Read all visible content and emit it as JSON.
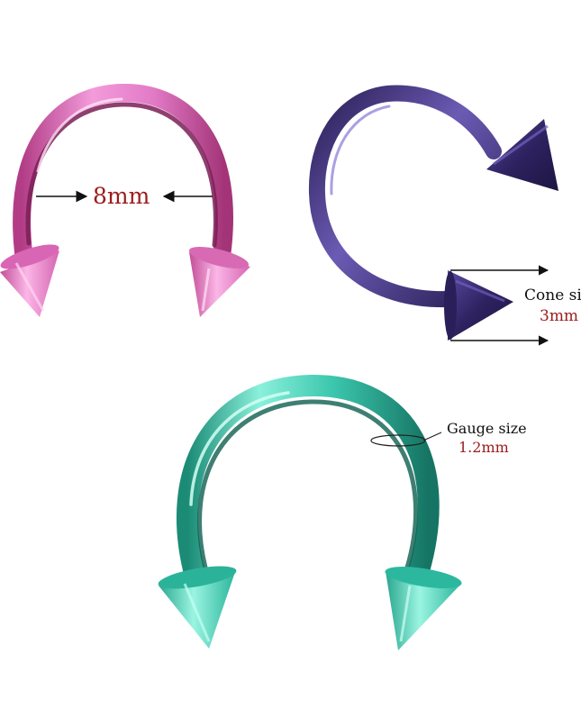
{
  "labels": {
    "ring_inner_diameter": "8mm",
    "cone_size_title": "Cone si",
    "cone_size_value": "3mm",
    "gauge_title": "Gauge size",
    "gauge_value": "1.2mm"
  },
  "colors": {
    "pink": "#e06fc0",
    "purple": "#3b2d72",
    "teal": "#3fc7ae",
    "value_text": "#9b1b1b",
    "arrow": "#111111"
  },
  "products": [
    {
      "name": "pink-horseshoe-ring",
      "color": "pink",
      "style": "horseshoe-spike"
    },
    {
      "name": "purple-circular-ring",
      "color": "purple",
      "style": "circular-spike"
    },
    {
      "name": "teal-horseshoe-ring",
      "color": "teal",
      "style": "horseshoe-spike"
    }
  ]
}
